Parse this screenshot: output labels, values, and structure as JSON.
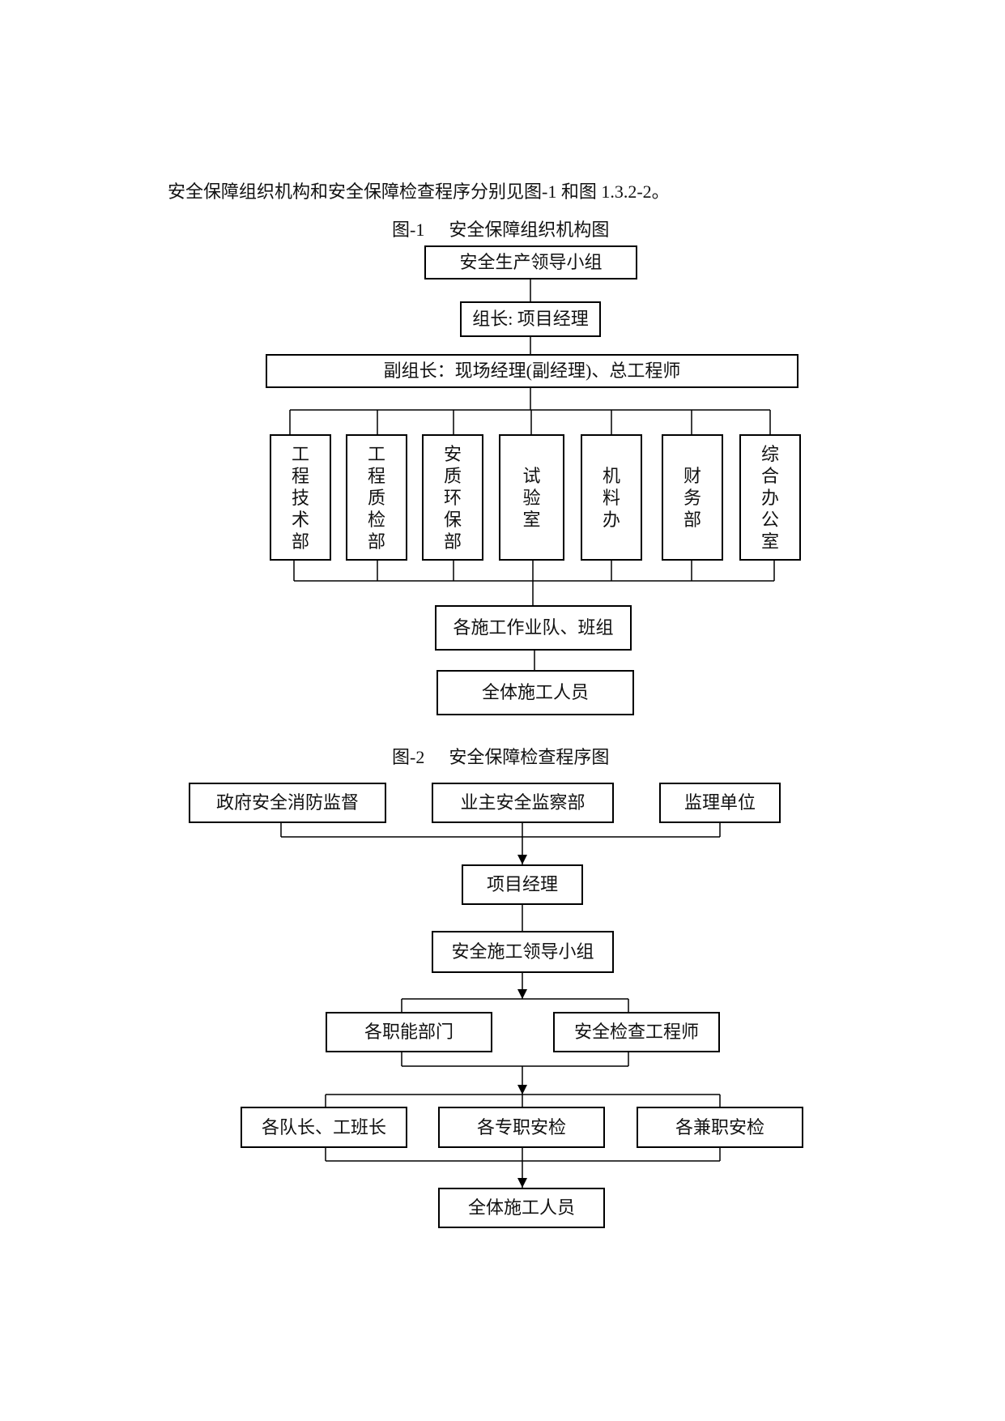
{
  "intro": {
    "text": "安全保障组织机构和安全保障检查程序分别见图-1 和图 1.3.2-2。"
  },
  "figure1": {
    "number": "图-1",
    "title": "安全保障组织机构图",
    "leading_group": "安全生产领导小组",
    "leader": "组长: 项目经理",
    "deputy_leader": "副组长：现场经理(副经理)、总工程师",
    "departments": [
      "工程技术部",
      "工程质检部",
      "安质环保部",
      "试验室",
      "机料办",
      "财务部",
      "综合办公室"
    ],
    "work_teams": "各施工作业队、班组",
    "all_staff": "全体施工人员"
  },
  "figure2": {
    "number": "图-2",
    "title": "安全保障检查程序图",
    "supervisors": [
      "政府安全消防监督",
      "业主安全监察部",
      "监理单位"
    ],
    "project_manager": "项目经理",
    "leading_group": "安全施工领导小组",
    "functional_level": [
      "各职能部门",
      "安全检查工程师"
    ],
    "inspection_level": [
      "各队长、工班长",
      "各专职安检",
      "各兼职安检"
    ],
    "all_staff": "全体施工人员"
  }
}
